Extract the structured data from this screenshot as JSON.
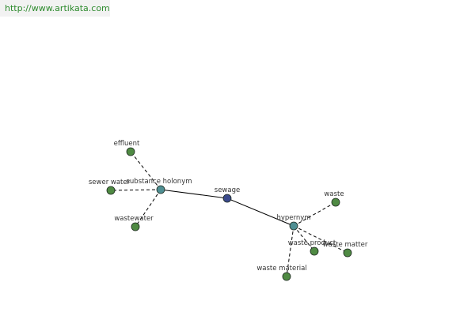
{
  "header": {
    "url": "http://www.artikata.com"
  },
  "colors": {
    "center_node": "#3b4a8c",
    "relation_node": "#4f8f93",
    "leaf_node": "#4f8a43",
    "node_stroke": "#1e2a20",
    "edge": "#000000",
    "url_text": "#2e8b2e",
    "url_background": "#f2f2f2"
  },
  "graph": {
    "nodes": [
      {
        "id": "sewage",
        "label": "sewage",
        "kind": "center"
      },
      {
        "id": "substance-holonym",
        "label": "substance holonym",
        "kind": "relation"
      },
      {
        "id": "hypernym",
        "label": "hypernym",
        "kind": "relation"
      },
      {
        "id": "effluent",
        "label": "effluent",
        "kind": "leaf"
      },
      {
        "id": "sewer-water",
        "label": "sewer water",
        "kind": "leaf"
      },
      {
        "id": "wastewater",
        "label": "wastewater",
        "kind": "leaf"
      },
      {
        "id": "waste",
        "label": "waste",
        "kind": "leaf"
      },
      {
        "id": "waste-product",
        "label": "waste product",
        "kind": "leaf"
      },
      {
        "id": "waste-matter",
        "label": "waste matter",
        "kind": "leaf"
      },
      {
        "id": "waste-material",
        "label": "waste material",
        "kind": "leaf"
      }
    ],
    "edges": [
      {
        "from": "sewage",
        "to": "substance-holonym",
        "style": "solid"
      },
      {
        "from": "sewage",
        "to": "hypernym",
        "style": "solid"
      },
      {
        "from": "substance-holonym",
        "to": "effluent",
        "style": "dashed"
      },
      {
        "from": "substance-holonym",
        "to": "sewer-water",
        "style": "dashed"
      },
      {
        "from": "substance-holonym",
        "to": "wastewater",
        "style": "dashed"
      },
      {
        "from": "hypernym",
        "to": "waste",
        "style": "dashed"
      },
      {
        "from": "hypernym",
        "to": "waste-product",
        "style": "dashed"
      },
      {
        "from": "hypernym",
        "to": "waste-matter",
        "style": "dashed"
      },
      {
        "from": "hypernym",
        "to": "waste-material",
        "style": "dashed"
      }
    ]
  }
}
